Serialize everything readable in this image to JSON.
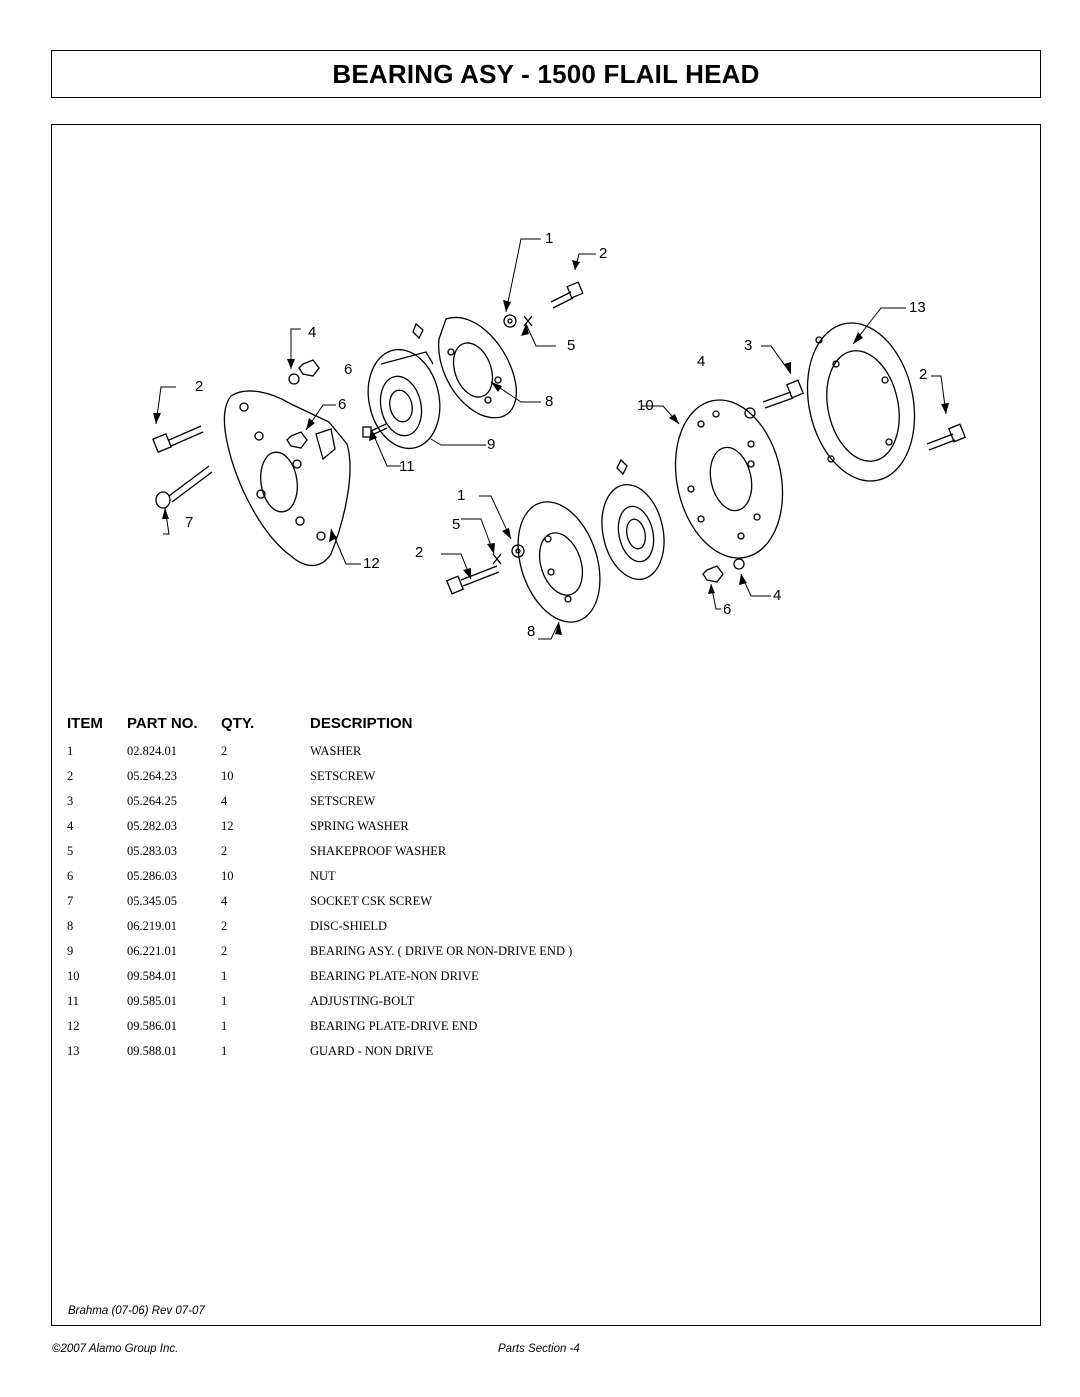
{
  "title": "BEARING ASY - 1500 FLAIL HEAD",
  "diagram": {
    "callouts": [
      "1",
      "2",
      "13",
      "4",
      "6",
      "5",
      "3",
      "4",
      "2",
      "2",
      "6",
      "8",
      "10",
      "9",
      "11",
      "1",
      "7",
      "5",
      "12",
      "2",
      "6",
      "4",
      "8"
    ]
  },
  "table": {
    "headers": {
      "item": "ITEM",
      "part_no": "PART NO.",
      "qty": "QTY.",
      "description": "DESCRIPTION"
    },
    "rows": [
      {
        "item": "1",
        "part_no": "02.824.01",
        "qty": "2",
        "description": "WASHER"
      },
      {
        "item": "2",
        "part_no": "05.264.23",
        "qty": "10",
        "description": "SETSCREW"
      },
      {
        "item": "3",
        "part_no": "05.264.25",
        "qty": "4",
        "description": "SETSCREW"
      },
      {
        "item": "4",
        "part_no": "05.282.03",
        "qty": "12",
        "description": "SPRING WASHER"
      },
      {
        "item": "5",
        "part_no": "05.283.03",
        "qty": "2",
        "description": "SHAKEPROOF WASHER"
      },
      {
        "item": "6",
        "part_no": "05.286.03",
        "qty": "10",
        "description": "NUT"
      },
      {
        "item": "7",
        "part_no": "05.345.05",
        "qty": "4",
        "description": "SOCKET CSK SCREW"
      },
      {
        "item": "8",
        "part_no": "06.219.01",
        "qty": "2",
        "description": "DISC-SHIELD"
      },
      {
        "item": "9",
        "part_no": "06.221.01",
        "qty": "2",
        "description": "BEARING ASY. ( DRIVE OR NON-DRIVE END )"
      },
      {
        "item": "10",
        "part_no": "09.584.01",
        "qty": "1",
        "description": "BEARING PLATE-NON DRIVE"
      },
      {
        "item": "11",
        "part_no": "09.585.01",
        "qty": "1",
        "description": "ADJUSTING-BOLT"
      },
      {
        "item": "12",
        "part_no": "09.586.01",
        "qty": "1",
        "description": "BEARING PLATE-DRIVE END"
      },
      {
        "item": "13",
        "part_no": "09.588.01",
        "qty": "1",
        "description": "GUARD - NON DRIVE"
      }
    ]
  },
  "footer": {
    "revision": "Brahma (07-06) Rev 07-07",
    "copyright": "©2007 Alamo Group Inc.",
    "section": "Parts Section -4"
  }
}
